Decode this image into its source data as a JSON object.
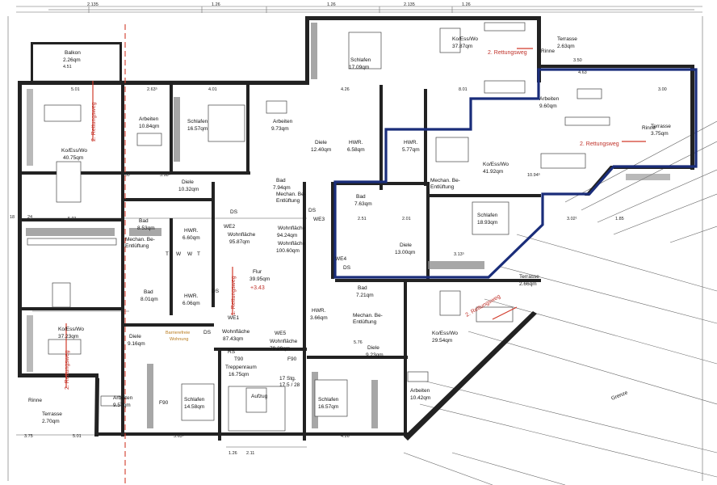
{
  "rooms": [
    {
      "id": "balkon",
      "name": "Balkon",
      "area": "2.26qm",
      "dim": "4.51"
    },
    {
      "id": "arbeiten-1",
      "name": "Arbeiten",
      "area": "10.84qm"
    },
    {
      "id": "schlafen-1",
      "name": "Schlafen",
      "area": "16.57qm"
    },
    {
      "id": "arbeiten-2",
      "name": "Arbeiten",
      "area": "9.73qm"
    },
    {
      "id": "schlafen-2",
      "name": "Schlafen",
      "area": "17.09qm"
    },
    {
      "id": "kow-top",
      "name": "Ko/Ess/Wo",
      "area": "37.87qm"
    },
    {
      "id": "terrasse-top",
      "name": "Terrasse",
      "area": "2.63qm"
    },
    {
      "id": "kow-left",
      "name": "Ko/Ess/Wo",
      "area": "40.75qm"
    },
    {
      "id": "diele-1",
      "name": "Diele",
      "area": "10.32qm"
    },
    {
      "id": "diele-2",
      "name": "Diele",
      "area": "12.40qm"
    },
    {
      "id": "hwr-1",
      "name": "HWR.",
      "area": "6.58qm"
    },
    {
      "id": "hwr-2",
      "name": "HWR.",
      "area": "5.77qm"
    },
    {
      "id": "bad-1",
      "name": "Bad",
      "area": "7.94qm"
    },
    {
      "id": "arbeiten-3",
      "name": "Arbeiten",
      "area": "9.60qm"
    },
    {
      "id": "terrasse-right",
      "name": "Terrasse",
      "area": "3.75qm"
    },
    {
      "id": "kow-right",
      "name": "Ko/Ess/Wo",
      "area": "41.92qm"
    },
    {
      "id": "bad-2",
      "name": "Bad",
      "area": "8.53qm"
    },
    {
      "id": "hwr-3",
      "name": "HWR.",
      "area": "6.60qm"
    },
    {
      "id": "bad-3",
      "name": "Bad",
      "area": "7.63qm"
    },
    {
      "id": "schlafen-3",
      "name": "Schlafen",
      "area": "18.93qm"
    },
    {
      "id": "diele-3",
      "name": "Diele",
      "area": "13.00qm"
    },
    {
      "id": "flur",
      "name": "Flur",
      "area": "39.95qm"
    },
    {
      "id": "terrasse-mid",
      "name": "Terrasse",
      "area": "2.66qm"
    },
    {
      "id": "bad-4",
      "name": "Bad",
      "area": "8.01qm"
    },
    {
      "id": "hwr-4",
      "name": "HWR.",
      "area": "6.06qm"
    },
    {
      "id": "bad-5",
      "name": "Bad",
      "area": "7.21qm"
    },
    {
      "id": "hwr-5",
      "name": "HWR.",
      "area": "3.66qm"
    },
    {
      "id": "kow-lower-left",
      "name": "Ko/Ess/Wo",
      "area": "37.23qm"
    },
    {
      "id": "diele-4",
      "name": "Diele",
      "area": "9.16qm"
    },
    {
      "id": "diele-5",
      "name": "Diele",
      "area": "9.23qm"
    },
    {
      "id": "kow-lower-right",
      "name": "Ko/Ess/Wo",
      "area": "29.54qm"
    },
    {
      "id": "treppenraum",
      "name": "Treppenraum",
      "area": "16.75qm"
    },
    {
      "id": "arbeiten-4",
      "name": "Arbeiten",
      "area": "9.57qm"
    },
    {
      "id": "schlafen-4",
      "name": "Schlafen",
      "area": "14.58qm"
    },
    {
      "id": "schlafen-5",
      "name": "Schlafen",
      "area": "16.57qm"
    },
    {
      "id": "arbeiten-5",
      "name": "Arbeiten",
      "area": "10.42qm"
    },
    {
      "id": "terrasse-bl",
      "name": "Terrasse",
      "area": "2.70qm"
    }
  ],
  "units": [
    {
      "id": "we1",
      "label": "WE1",
      "wf_label": "Wohnfläche",
      "wf_area": "87.43qm"
    },
    {
      "id": "we2",
      "label": "WE2",
      "wf_label": "Wohnfläche",
      "wf_area": "95.87qm"
    },
    {
      "id": "we3",
      "label": "WE3",
      "wf_label": "Wohnfläche",
      "wf_area": "94.24qm"
    },
    {
      "id": "we4",
      "label": "WE4",
      "wf_label": "Wohnfläche",
      "wf_area": "100.60qm"
    },
    {
      "id": "we5",
      "label": "WE5",
      "wf_label": "Wohnfläche",
      "wf_area": "79.29qm"
    }
  ],
  "labels": {
    "rettungsweg_2": "2. Rettungsweg",
    "rettungsweg_1": "1. Rettungsweg",
    "mechan_1": "Mechan. Be-",
    "mechan_2": "Entlüftung",
    "barrierefrei_1": "Barrierefreie",
    "barrierefrei_2": "Wohnung",
    "level": "+3.43",
    "stairs": "17 Stg.",
    "stairs_dim": "17.5 / 28",
    "grenze": "Grenze",
    "rinne": "Rinne",
    "aufzug": "Aufzug",
    "ds": "DS",
    "rs": "RS",
    "t90": "T90",
    "f90": "F90",
    "w": "W",
    "t": "T"
  },
  "dims": {
    "top": [
      "2.135",
      "1.26",
      "1.26",
      "2.135",
      "1.26"
    ],
    "balkon_w": "4.51",
    "d_501": "5.01",
    "d_263": "2.63⁵",
    "d_401": "4.01",
    "d_426": "4.26",
    "d_801": "8.01",
    "d_350": "3.50",
    "d_463": "4.63",
    "d_300": "3.00",
    "d_1094": "10.94⁵",
    "d_598": "5.98⁵",
    "d_100": "1.00",
    "d_251": "2.51",
    "d_201": "2.01",
    "d_302": "3.02¹",
    "d_185": "1.85",
    "d_313": "3.13⁵",
    "d_576": "5.76",
    "d_375": "3.75",
    "d_501b": "5.01",
    "d_363": "3.63⁵",
    "d_126": "1.26",
    "d_211": "2.11",
    "d_18": "18",
    "d_24": "24",
    "d_263b": "2.63",
    "d_226": "2.26",
    "d_401b": "4.01"
  },
  "colors": {
    "highlight": "#1a2d7a",
    "escape_route": "#c0322a",
    "barrier_free": "#b97b1c",
    "walls": "#222222"
  }
}
